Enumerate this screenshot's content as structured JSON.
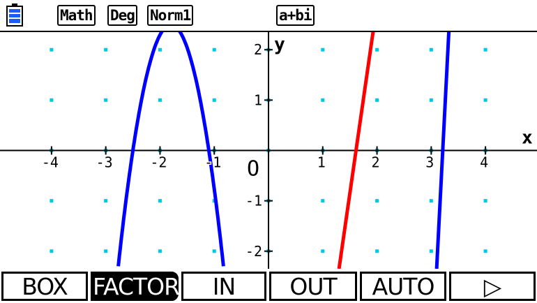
{
  "status_bar": {
    "battery_icon": "battery-icon",
    "modes": {
      "input": "Math",
      "angle": "Deg",
      "display": "Norm1",
      "complex": "a+bi"
    }
  },
  "graph": {
    "axis_labels": {
      "x": "x",
      "y": "y",
      "origin": "O"
    },
    "x_ticks": [
      "-4",
      "-3",
      "-2",
      "-1",
      "1",
      "2",
      "3",
      "4"
    ],
    "y_ticks": [
      "2",
      "1",
      "-1",
      "-2"
    ],
    "xlim": [
      -4.95,
      4.95
    ],
    "ylim": [
      -2.35,
      2.35
    ],
    "grid_dot_color": "#00c8e6",
    "curves": [
      {
        "color": "#0000ff",
        "kind": "parabola",
        "vertex": [
          -1.8,
          2.5
        ],
        "roots": [
          -2.5,
          -1.1
        ]
      },
      {
        "color": "#ff0000",
        "kind": "line",
        "through": [
          [
            1.3,
            -2.35
          ],
          [
            2.0,
            2.9
          ]
        ]
      },
      {
        "color": "#0000ff",
        "kind": "line",
        "through": [
          [
            3.1,
            -2.35
          ],
          [
            3.35,
            2.9
          ]
        ]
      }
    ]
  },
  "function_keys": {
    "f1": "BOX",
    "f2": "FACTOR",
    "f3": "IN",
    "f4": "OUT",
    "f5": "AUTO",
    "f6": "▷"
  }
}
